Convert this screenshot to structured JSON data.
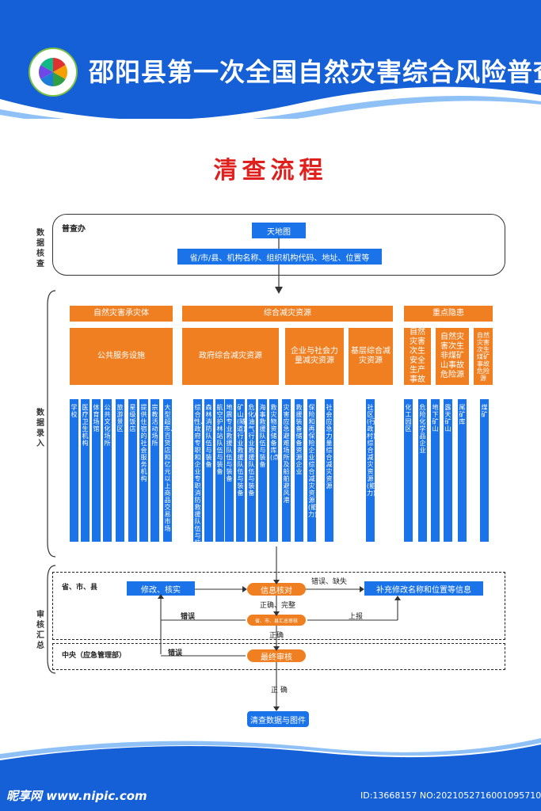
{
  "header": {
    "title": "邵阳县第一次全国自然灾害综合风险普查",
    "logo": "census-logo"
  },
  "subtitle": "清查流程",
  "sections": {
    "data_check": "数据核查",
    "data_entry": "数据录入",
    "review": "审核汇总"
  },
  "top_box": {
    "office": "普查办",
    "map": "天地图",
    "fields": "省/市/县、机构名称、组织机构代码、地址、位置等"
  },
  "categories": {
    "c1": "自然灾害承灾体",
    "c2": "综合减灾资源",
    "c3": "重点隐患",
    "s1": "公共服务设施",
    "s2": "政府综合减灾资源",
    "s3": "企业与社会力量减灾资源",
    "s4": "基层综合减灾资源",
    "h1": "自然灾害次生安全生产事故",
    "h2": "自然灾害次生非煤矿山事故危险源",
    "h3": "自然灾害次生煤矿事故危险源"
  },
  "columns": [
    "学校",
    "医疗卫生机构",
    "体育场馆",
    "公共文化场所",
    "旅游景区",
    "星级饭店",
    "提供住宿的社会服务机构",
    "宗教活动场所",
    "大型超市、百货店和亿元以上商品交易市场",
    "综合性、政府专职和企业专职消防救援队伍与装备",
    "森林消防队伍与装备",
    "航空护林站队伍与装备",
    "地震专业救援队伍与装备",
    "矿山(隧道)行业救援队伍与装备",
    "危化/油气行业救援队伍与装备",
    "海事救援队伍与装备",
    "救灾物资储备库(点)",
    "灾害应急避难场所及船舶避风港",
    "救援装备储备资源企业",
    "保险和再保险企业综合减灾资源(能力)",
    "社会应急力量综合减灾资源",
    "社区(行政村)综合减灾资源(能力)",
    "化工园区",
    "危险化学品企业",
    "地下矿山",
    "露天矿山",
    "尾矿库",
    "煤矿"
  ],
  "review": {
    "level1": "省、市、县",
    "edit": "修改、核实",
    "check": "信息核对",
    "supplement": "补充修改名称和位置等信息",
    "err_missing": "错误、缺失",
    "correct_complete": "正确、完整",
    "error": "错误",
    "report": "上报",
    "summary": "省、市、县汇总审核",
    "correct": "正确",
    "level2": "中央（应急管理部）",
    "final": "最终审核",
    "error2": "错误",
    "correct2": "正  确",
    "output": "清查数据与图件"
  },
  "watermark": {
    "site": "昵享网 www.nipic.com",
    "id": "ID:13668157 NO:20210527160010957103"
  },
  "colors": {
    "blue": "#1a73e8",
    "orange": "#f07f21",
    "header": "#1560d6",
    "red": "#e0201d"
  }
}
